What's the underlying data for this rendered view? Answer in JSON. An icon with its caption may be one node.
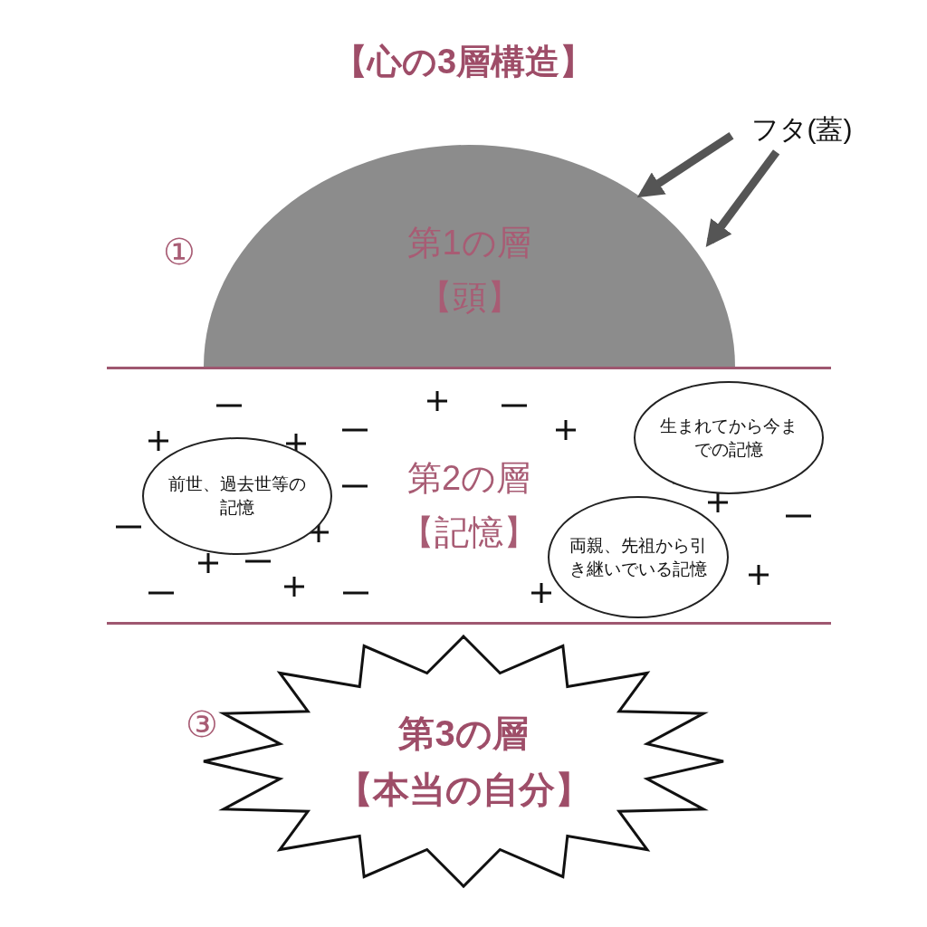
{
  "diagram": {
    "title": "【心の3層構造】",
    "nodes": [
      {
        "text": [
          "第1の層",
          "【頭】"
        ]
      },
      {
        "text": [
          "第2の層",
          "【記憶】"
        ]
      },
      {
        "text": [
          "前世、過去世等の記憶"
        ],
        "in": 1
      },
      {
        "text": [
          "生まれてから今までの記憶"
        ],
        "in": 1
      },
      {
        "text": [
          "両親、先祖から引き継いでいる記憶"
        ],
        "in": 1
      },
      {
        "text": [
          "第3の層",
          "【本当の自分】"
        ]
      },
      {
        "text": [
          "フタ(蓋)"
        ]
      }
    ],
    "edges": [
      {
        "from": 6,
        "to": 0,
        "arrow": "to"
      },
      {
        "from": 6,
        "to": 0,
        "arrow": "to"
      }
    ],
    "labels": [
      "①",
      "③"
    ]
  }
}
